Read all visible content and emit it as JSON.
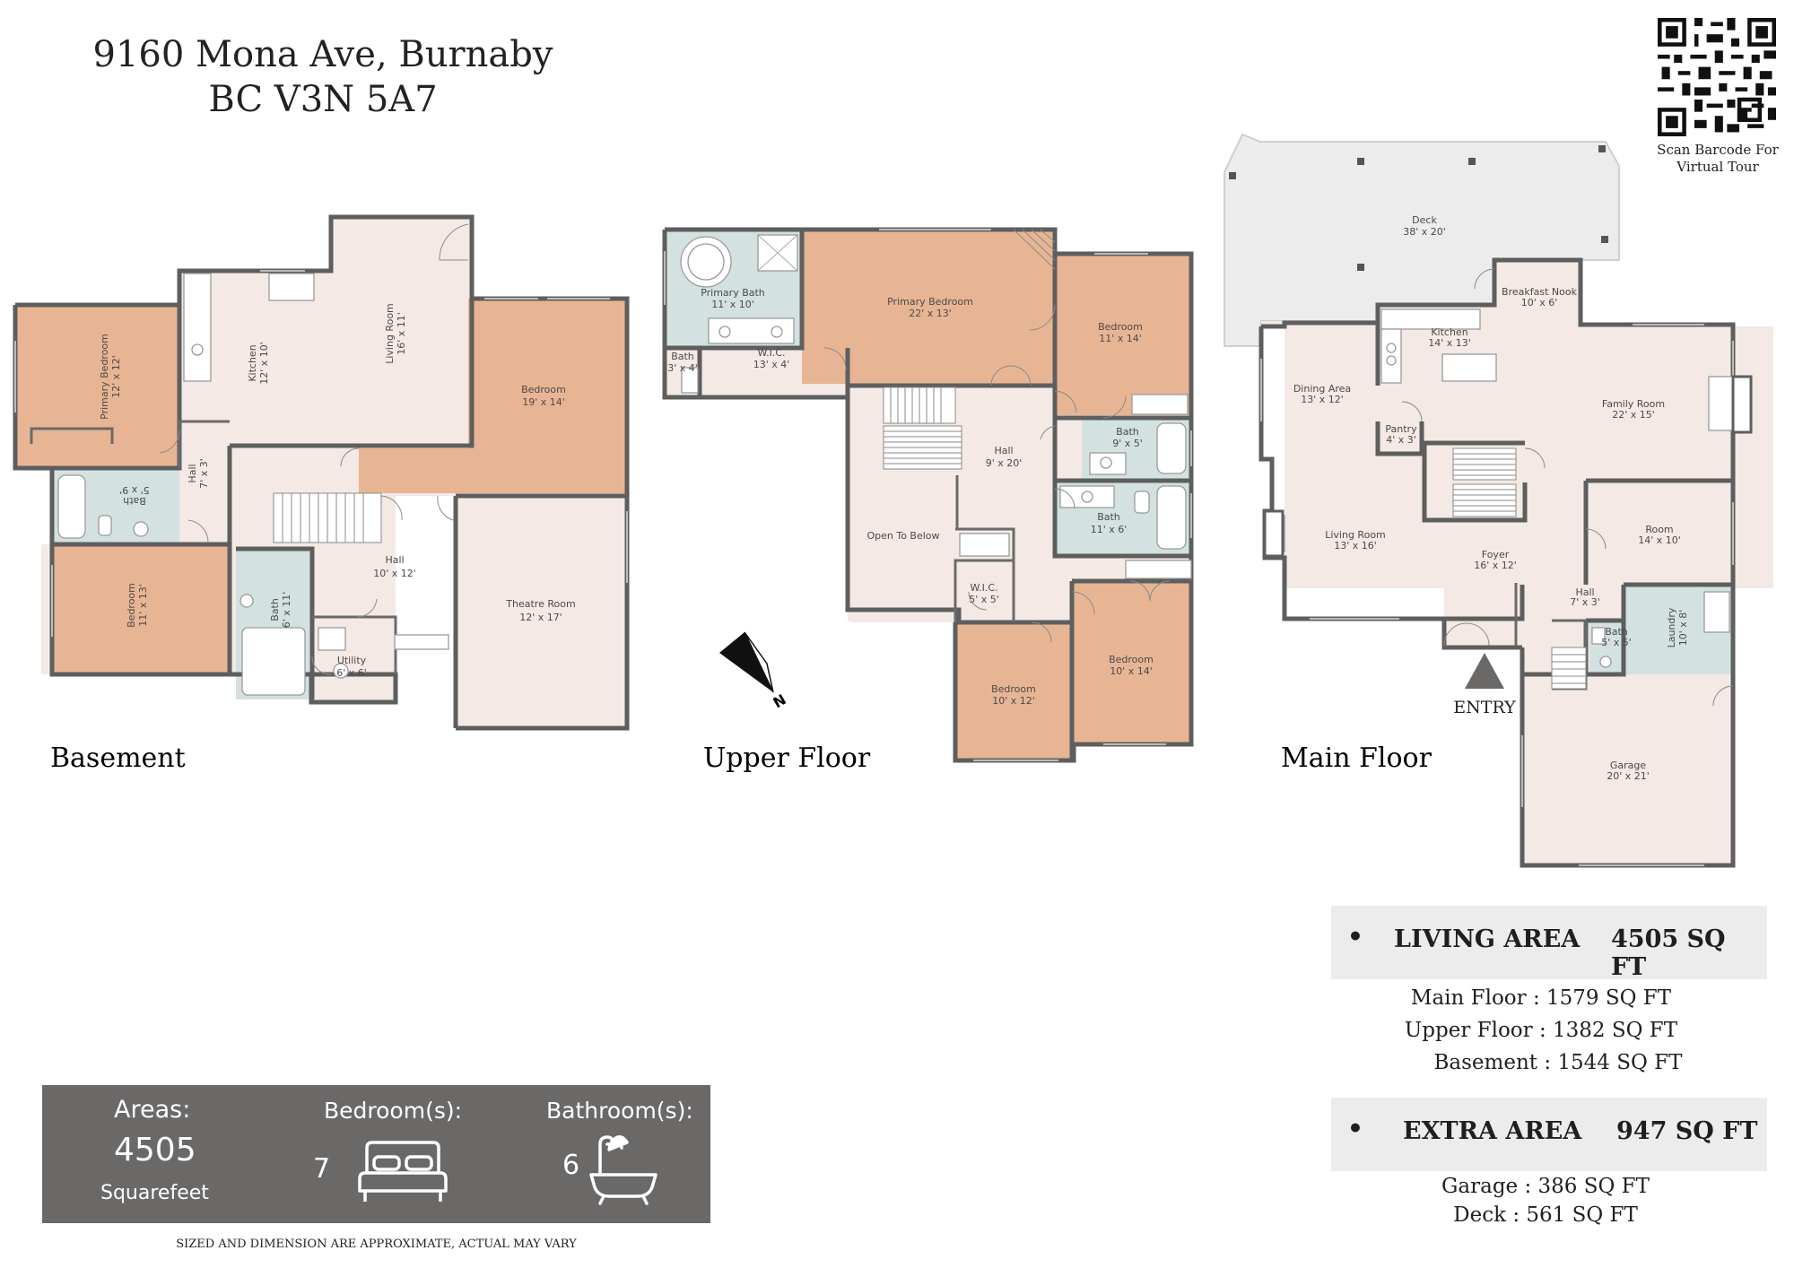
{
  "address": {
    "line1": "9160 Mona Ave, Burnaby",
    "line2": "BC V3N 5A7"
  },
  "qr_caption": "Scan Barcode For Virtual Tour",
  "floors": {
    "basement": {
      "title": "Basement",
      "rooms": [
        {
          "name": "Primary Bedroom",
          "dims": "12' x 12'"
        },
        {
          "name": "Kitchen",
          "dims": "12' x 10'"
        },
        {
          "name": "Living Room",
          "dims": "16' x 11'"
        },
        {
          "name": "Bedroom",
          "dims": "19' x 14'"
        },
        {
          "name": "Hall",
          "dims": "7' x 3'"
        },
        {
          "name": "Bath",
          "dims": "5' x 9'"
        },
        {
          "name": "Bedroom",
          "dims": "11' x 13'"
        },
        {
          "name": "Bath",
          "dims": "6' x 11'"
        },
        {
          "name": "Hall",
          "dims": "10' x 12'"
        },
        {
          "name": "Utility",
          "dims": "6' x 6'"
        },
        {
          "name": "Theatre Room",
          "dims": "12' x 17'"
        }
      ]
    },
    "upper": {
      "title": "Upper Floor",
      "rooms": [
        {
          "name": "Primary Bath",
          "dims": "11' x 10'"
        },
        {
          "name": "Primary Bedroom",
          "dims": "22' x 13'"
        },
        {
          "name": "Bedroom",
          "dims": "11' x 14'"
        },
        {
          "name": "Bath",
          "dims": "3' x 4'"
        },
        {
          "name": "W.I.C.",
          "dims": "13' x 4'"
        },
        {
          "name": "Hall",
          "dims": "9' x 20'"
        },
        {
          "name": "Bath",
          "dims": "9' x 5'"
        },
        {
          "name": "Bath",
          "dims": "11' x 6'"
        },
        {
          "name": "Open To Below",
          "dims": ""
        },
        {
          "name": "W.I.C.",
          "dims": "5' x 5'"
        },
        {
          "name": "Bedroom",
          "dims": "10' x 12'"
        },
        {
          "name": "Bedroom",
          "dims": "10' x 14'"
        }
      ],
      "compass_label": "N"
    },
    "main": {
      "title": "Main Floor",
      "rooms": [
        {
          "name": "Deck",
          "dims": "38' x 20'"
        },
        {
          "name": "Breakfast Nook",
          "dims": "10' x 6'"
        },
        {
          "name": "Kitchen",
          "dims": "14' x 13'"
        },
        {
          "name": "Dining Area",
          "dims": "13' x 12'"
        },
        {
          "name": "Family Room",
          "dims": "22' x 15'"
        },
        {
          "name": "Pantry",
          "dims": "4' x 3'"
        },
        {
          "name": "Living Room",
          "dims": "13' x 16'"
        },
        {
          "name": "Foyer",
          "dims": "16' x 12'"
        },
        {
          "name": "Room",
          "dims": "14' x 10'"
        },
        {
          "name": "Hall",
          "dims": "7' x 3'"
        },
        {
          "name": "Bath",
          "dims": "5' x 5'"
        },
        {
          "name": "Laundry",
          "dims": "10' x 8'"
        },
        {
          "name": "Garage",
          "dims": "20' x 21'"
        }
      ],
      "entry_label": "ENTRY"
    }
  },
  "stats": {
    "areas_label": "Areas:",
    "areas_value": "4505",
    "areas_unit": "Squarefeet",
    "bedrooms_label": "Bedroom(s):",
    "bedrooms_value": "7",
    "bathrooms_label": "Bathroom(s):",
    "bathrooms_value": "6"
  },
  "disclaimer": "SIZED AND DIMENSION ARE APPROXIMATE, ACTUAL MAY VARY",
  "living_area": {
    "label": "LIVING AREA",
    "value": "4505 SQ FT",
    "items": [
      "Main Floor : 1579 SQ FT",
      "Upper Floor : 1382 SQ FT",
      "Basement : 1544 SQ FT"
    ]
  },
  "extra_area": {
    "label": "EXTRA AREA",
    "value": "947 SQ FT",
    "items": [
      "Garage : 386 SQ FT",
      "Deck : 561 SQ FT"
    ]
  },
  "colors": {
    "wall": "#5e5e5e",
    "floor": "#f4e9e4",
    "bedroom": "#e8b594",
    "bath": "#d3e1e1",
    "deck": "#ececec",
    "statbox": "#6b6868"
  }
}
